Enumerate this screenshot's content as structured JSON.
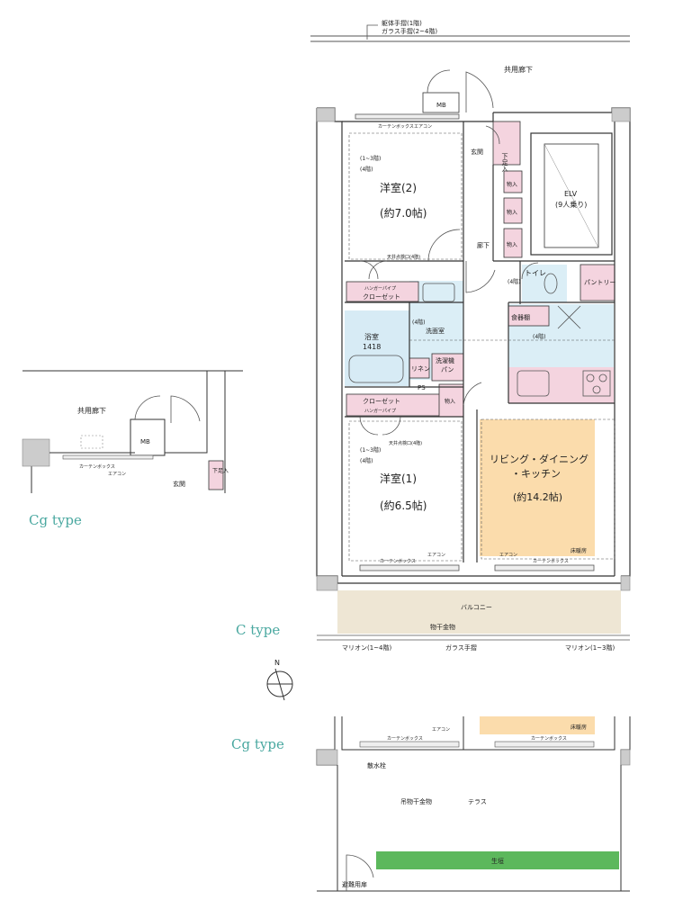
{
  "top": {
    "railing_note_1": "躯体手摺(1階)",
    "railing_note_2": "ガラス手摺(2~4階)",
    "corridor": "共用廊下"
  },
  "rooms": {
    "western2_name": "洋室(2)",
    "western2_size": "(約7.0帖)",
    "western1_name": "洋室(1)",
    "western1_size": "(約6.5帖)",
    "ldk_name_1": "リビング・ダイニング",
    "ldk_name_2": "・キッチン",
    "ldk_size": "(約14.2帖)",
    "floor_heating": "床暖房",
    "bath_name": "浴室",
    "bath_size": "1418",
    "washroom": "洗面室",
    "linen": "リネン",
    "laundry_1": "洗濯機",
    "laundry_2": "パン",
    "toilet": "トイレ",
    "pantry": "パントリー",
    "dish_cabinet": "食器棚",
    "entrance": "玄関",
    "hallway": "廊下",
    "shoe_box": "下足入",
    "storage": "物入",
    "closet": "クローゼット",
    "hanger_pipe": "ハンガーパイプ",
    "ps": "PS",
    "mb": "MB",
    "elv_name": "ELV",
    "elv_capacity": "(9人乗り)",
    "floors_1_3": "(1~3階)",
    "floors_4": "(4階)",
    "aircon": "エアコン",
    "curtain_box": "カーテンボックス",
    "ceiling_inspection": "天井点検口(4階)",
    "balcony": "バルコニー",
    "drying_hardware": "物干金物",
    "mullion_1_4": "マリオン(1~4階)",
    "glass_railing": "ガラス手摺",
    "mullion_1_3": "マリオン(1~3階)"
  },
  "cg_inset": {
    "corridor": "共用廊下",
    "mb": "MB",
    "entrance": "玄関",
    "shoe_box": "下足入",
    "curtain_box": "カーテンボックス",
    "aircon": "エアコン",
    "type_label": "Cg type"
  },
  "c_type_label": "C type",
  "cg_bottom": {
    "type_label": "Cg type",
    "floor_heating": "床暖房",
    "aircon": "エアコン",
    "curtain_box": "カーテンボックス",
    "hydrant": "散水栓",
    "drying_hardware": "吊物干金物",
    "terrace": "テラス",
    "hedge": "生垣",
    "evacuation_door": "避難用扉"
  },
  "compass": {
    "north": "N"
  },
  "colors": {
    "ldk": "#fbdcac",
    "bath": "#d7ebf5",
    "wet_area": "#dbeef6",
    "pink": "#f4d4df",
    "balcony": "#eee6d4",
    "hedge": "#5cb85c",
    "type_label": "#4aa8a0"
  }
}
